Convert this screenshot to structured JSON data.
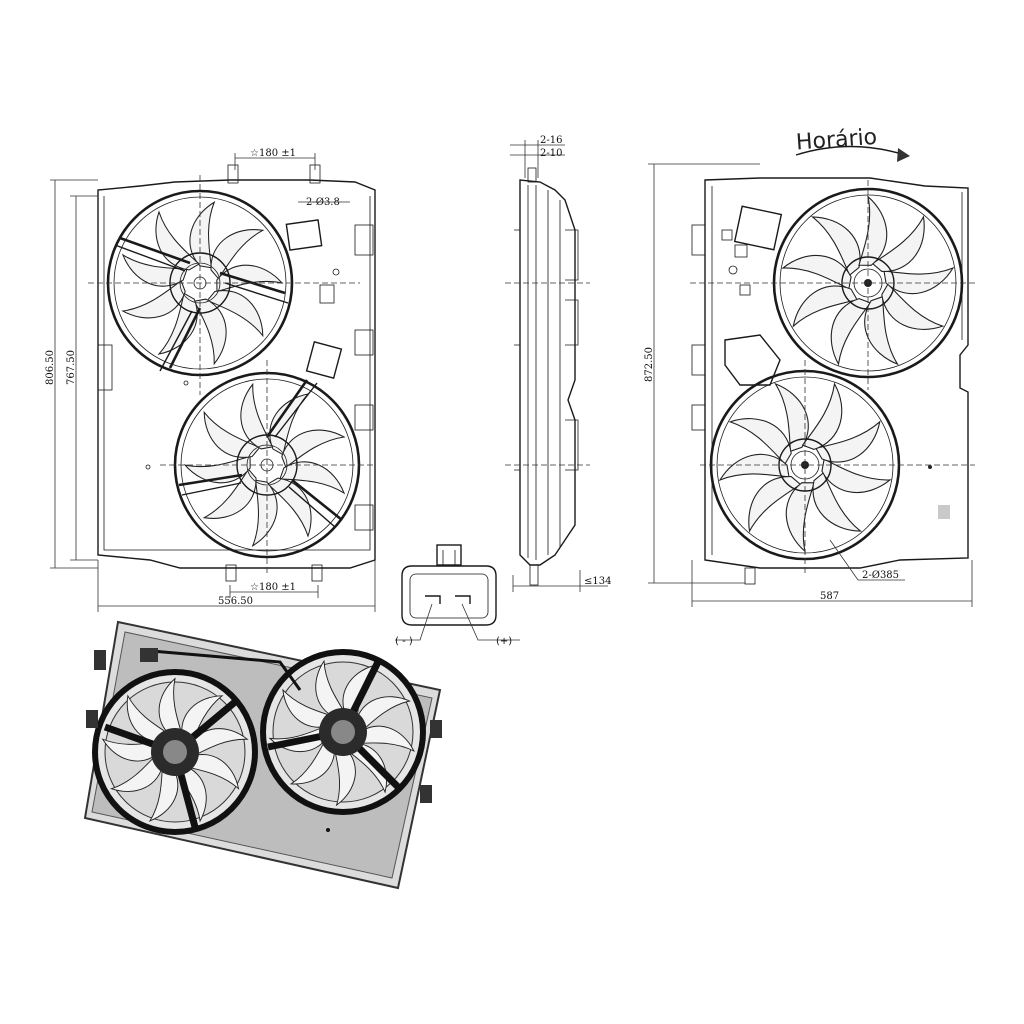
{
  "front_view": {
    "top_dim": "☆180 ±1",
    "bottom_dim": "☆180 ±1",
    "height_outer": "806.50",
    "height_inner": "767.50",
    "width": "556.50",
    "hole_note": "2-Ø3.8"
  },
  "side_view": {
    "dim_top_a": "2-16",
    "dim_top_b": "2-10",
    "depth": "≤134"
  },
  "rear_view": {
    "rotation_label": "Horário",
    "height": "872.50",
    "width": "587",
    "fan_diameter": "2-Ø385"
  },
  "connector": {
    "neg_label": "( - )",
    "pos_label": "(+)"
  }
}
